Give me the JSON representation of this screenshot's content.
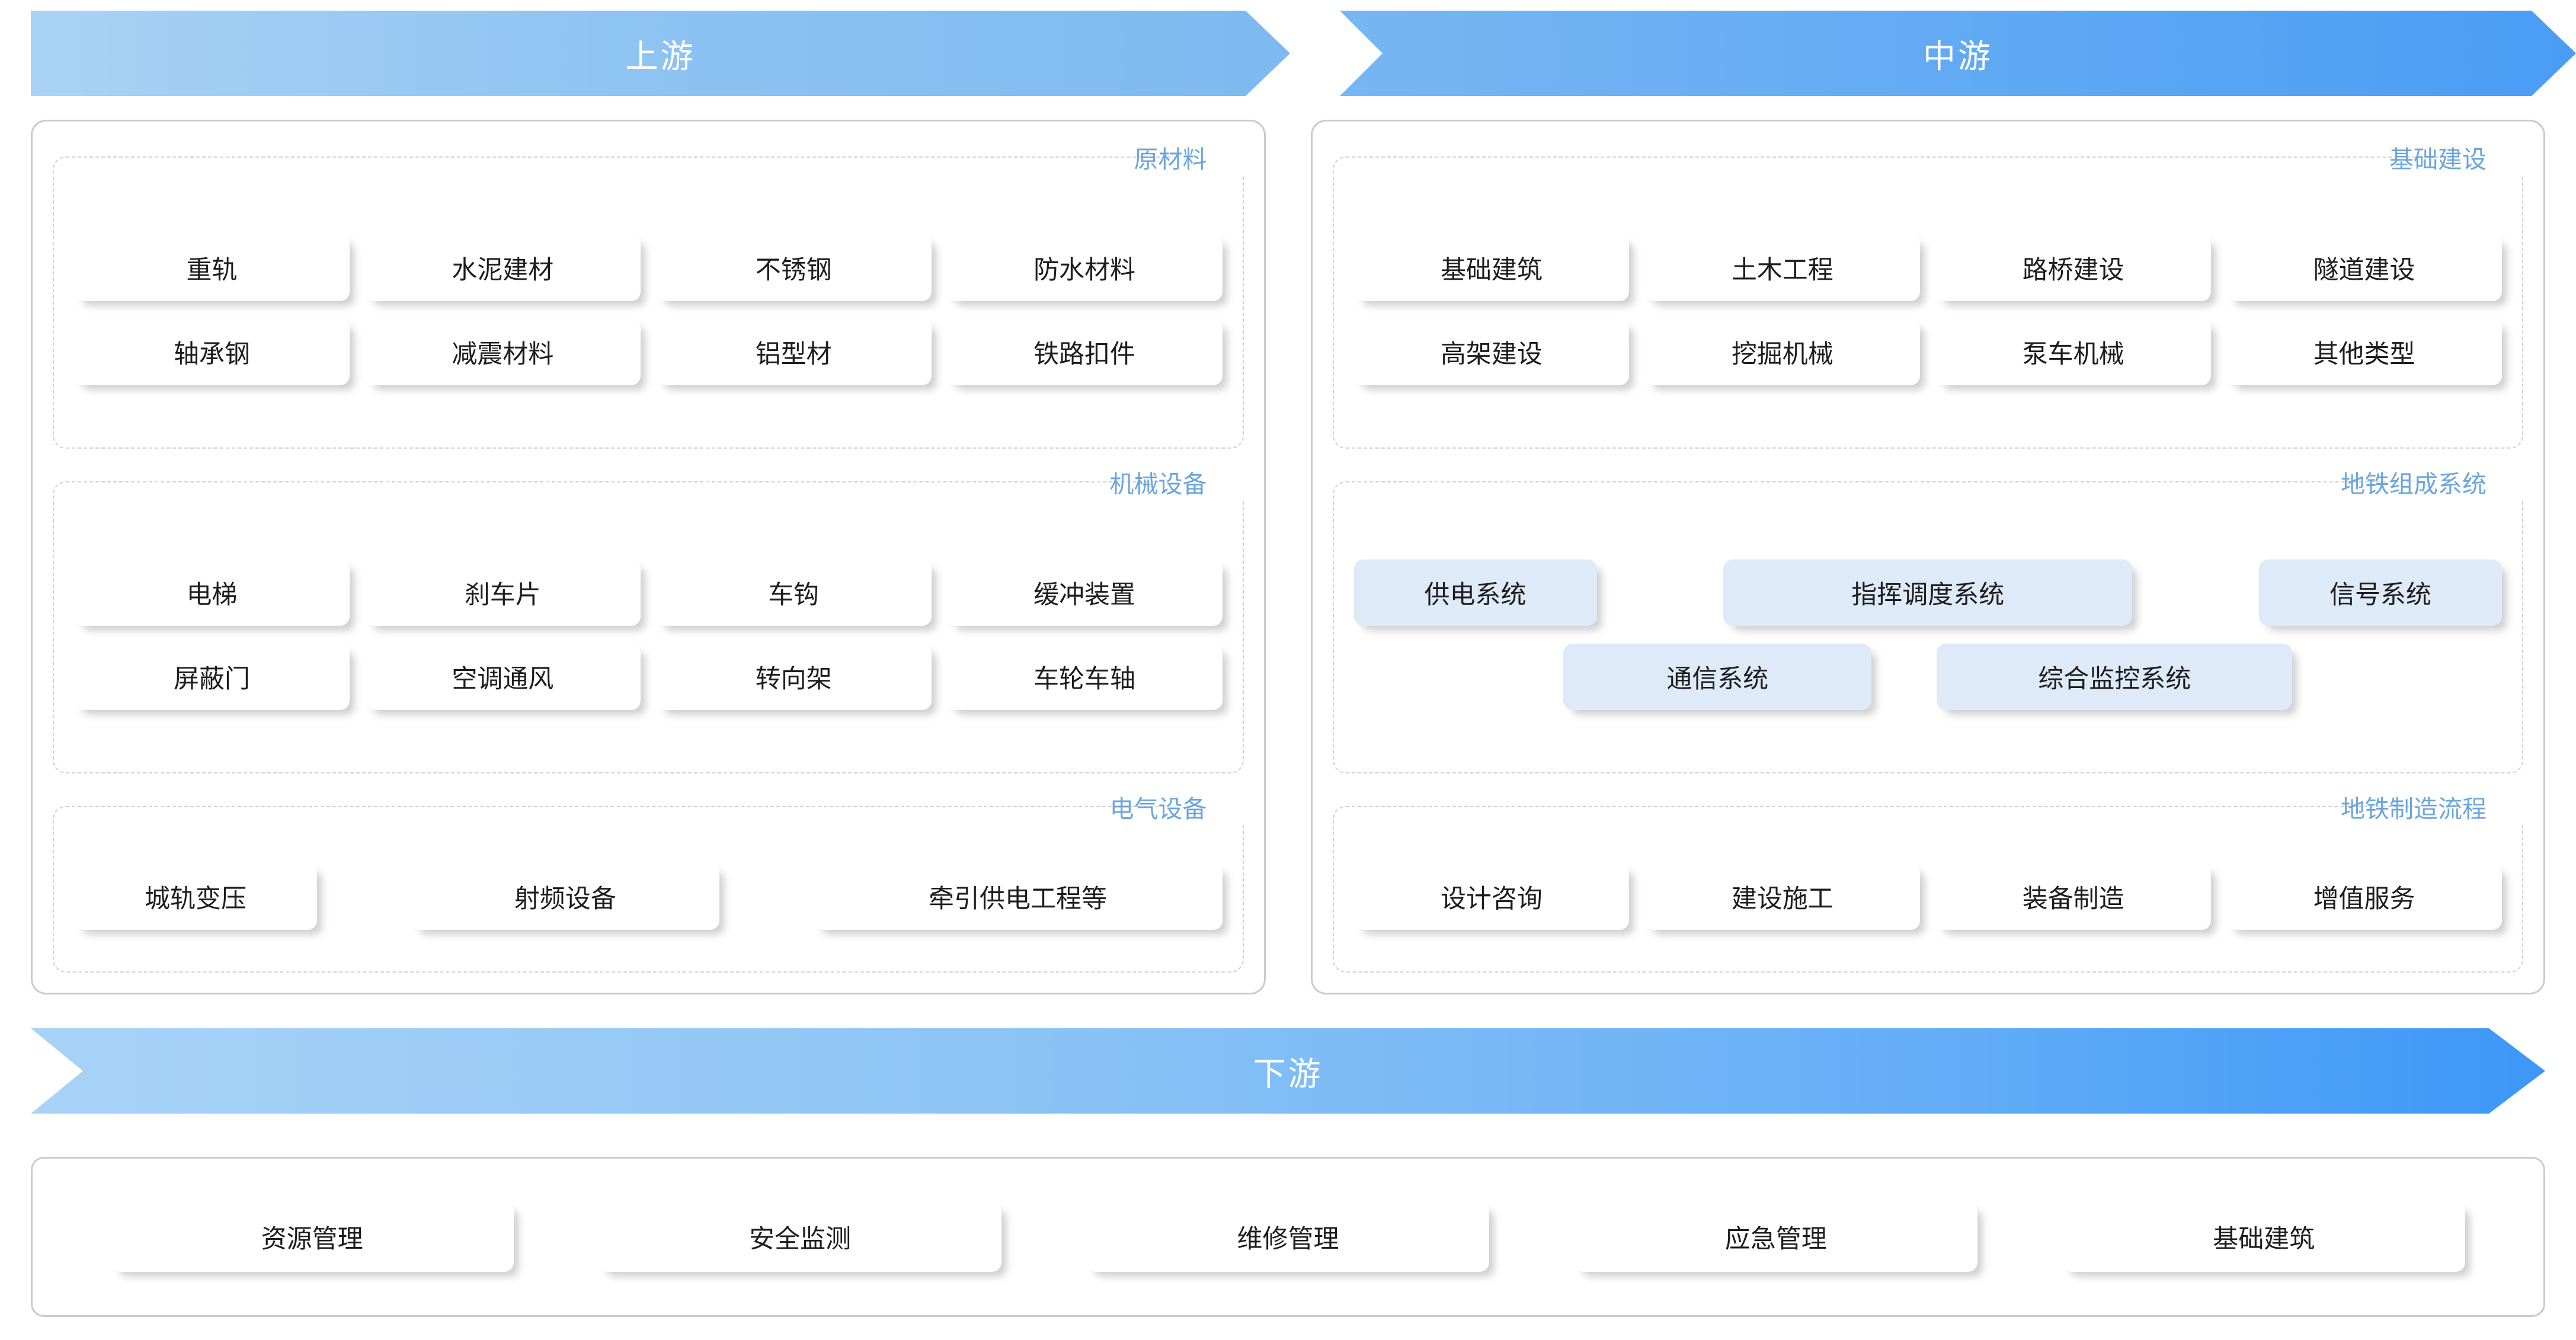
{
  "banners": {
    "upstream": "上游",
    "midstream": "中游",
    "downstream": "下游"
  },
  "colors": {
    "legend_blue": "#6ba5de",
    "banner_upstream": "#8fc4f2",
    "banner_midstream": "#5fa9f4",
    "banner_downstream": "#64aef7",
    "card_white": "#ffffff",
    "card_blue": "#deeaf7",
    "panel_border": "#c9cbcd",
    "fieldset_border": "#cfd2d5"
  },
  "upstream": {
    "sections": [
      {
        "title": "原材料",
        "rows": [
          [
            "重轨",
            "水泥建材",
            "不锈钢",
            "防水材料"
          ],
          [
            "轴承钢",
            "减震材料",
            "铝型材",
            "铁路扣件"
          ]
        ]
      },
      {
        "title": "机械设备",
        "rows": [
          [
            "电梯",
            "刹车片",
            "车钩",
            "缓冲装置"
          ],
          [
            "屏蔽门",
            "空调通风",
            "转向架",
            "车轮车轴"
          ]
        ]
      },
      {
        "title": "电气设备",
        "rows": [
          [
            "城轨变压",
            "射频设备",
            "牵引供电工程等"
          ]
        ]
      }
    ]
  },
  "midstream": {
    "sections": [
      {
        "title": "基础建设",
        "rows": [
          [
            "基础建筑",
            "土木工程",
            "路桥建设",
            "隧道建设"
          ],
          [
            "高架建设",
            "挖掘机械",
            "泵车机械",
            "其他类型"
          ]
        ]
      },
      {
        "title": "地铁组成系统",
        "rows": [
          [
            "供电系统",
            "指挥调度系统",
            "信号系统"
          ],
          [
            "通信系统",
            "综合监控系统"
          ]
        ]
      },
      {
        "title": "地铁制造流程",
        "rows": [
          [
            "设计咨询",
            "建设施工",
            "装备制造",
            "增值服务"
          ]
        ]
      }
    ]
  },
  "downstream": {
    "items": [
      "资源管理",
      "安全监测",
      "维修管理",
      "应急管理",
      "基础建筑"
    ]
  }
}
